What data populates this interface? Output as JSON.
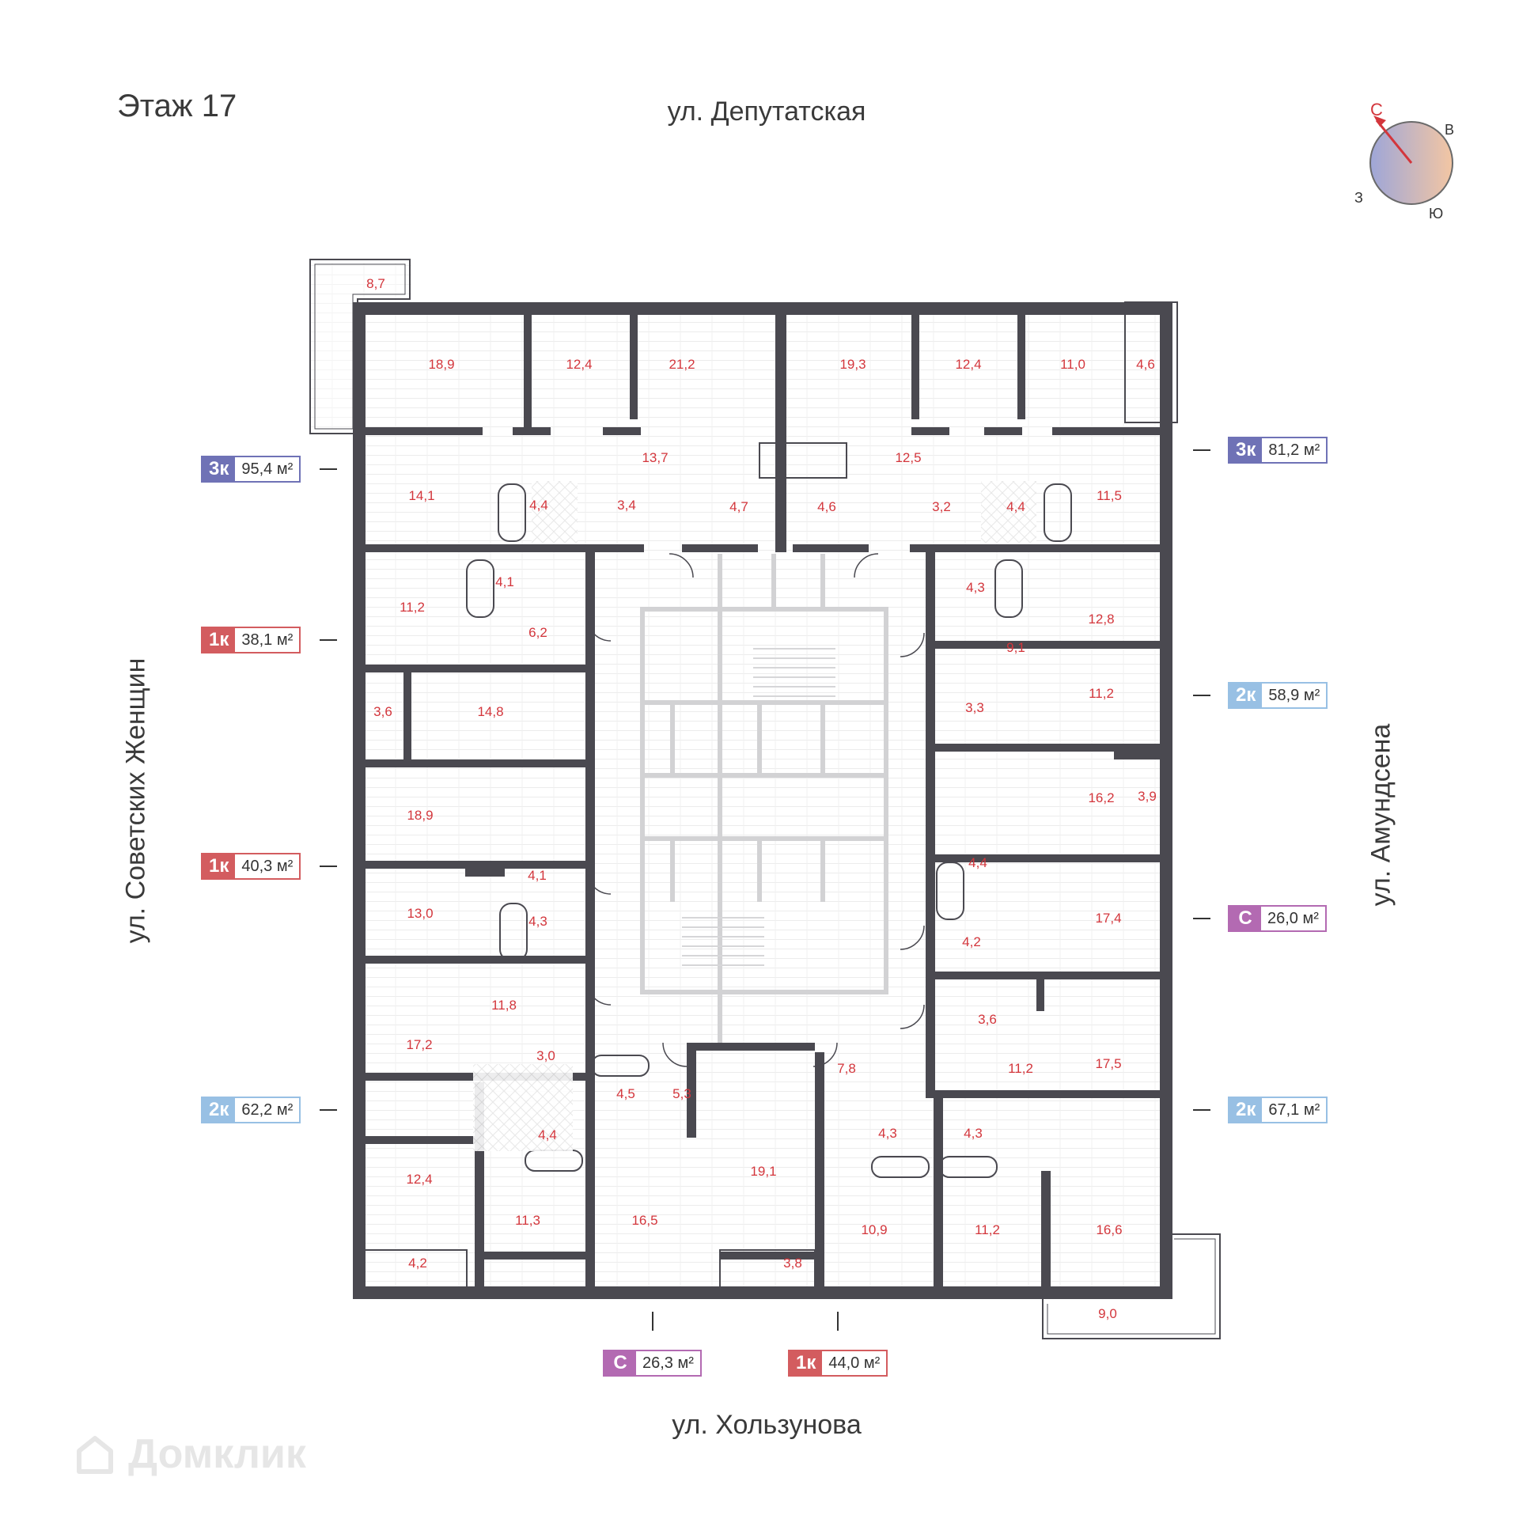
{
  "floor_title": "Этаж 17",
  "streets": {
    "top": "ул. Депутатская",
    "bottom": "ул. Хользунова",
    "left": "ул. Советских Женщин",
    "right": "ул. Амундсена"
  },
  "compass": {
    "north": "С",
    "east": "В",
    "west": "З",
    "south": "Ю"
  },
  "apartments": [
    {
      "type": "3к",
      "area": "95,4 м²",
      "color": "#6f72b6"
    },
    {
      "type": "3к",
      "area": "81,2 м²",
      "color": "#6f72b6"
    },
    {
      "type": "1к",
      "area": "38,1 м²",
      "color": "#d35c5f"
    },
    {
      "type": "2к",
      "area": "58,9 м²",
      "color": "#98c0e4"
    },
    {
      "type": "1к",
      "area": "40,3 м²",
      "color": "#d35c5f"
    },
    {
      "type": "С",
      "area": "26,0 м²",
      "color": "#b36ab2"
    },
    {
      "type": "2к",
      "area": "62,2 м²",
      "color": "#98c0e4"
    },
    {
      "type": "2к",
      "area": "67,1 м²",
      "color": "#98c0e4"
    },
    {
      "type": "С",
      "area": "26,3 м²",
      "color": "#b36ab2"
    },
    {
      "type": "1к",
      "area": "44,0 м²",
      "color": "#d35c5f"
    }
  ],
  "room_areas": [
    "8,7",
    "18,9",
    "12,4",
    "21,2",
    "19,3",
    "12,4",
    "11,0",
    "4,6",
    "14,1",
    "4,4",
    "3,4",
    "13,7",
    "4,7",
    "4,6",
    "12,5",
    "3,2",
    "4,4",
    "11,5",
    "11,2",
    "4,1",
    "6,2",
    "4,3",
    "12,8",
    "9,1",
    "3,6",
    "14,8",
    "3,3",
    "11,2",
    "18,9",
    "16,2",
    "3,9",
    "4,1",
    "4,4",
    "17,4",
    "13,0",
    "4,3",
    "4,2",
    "11,8",
    "3,6",
    "17,5",
    "17,2",
    "3,0",
    "4,5",
    "5,3",
    "7,8",
    "11,2",
    "4,4",
    "4,3",
    "4,3",
    "12,4",
    "19,1",
    "11,3",
    "16,5",
    "10,9",
    "11,2",
    "16,6",
    "4,2",
    "3,8",
    "9,0"
  ],
  "watermark": "Домклик",
  "colors": {
    "wall": "#4a4950",
    "area_text": "#d3363c",
    "core": "#d4d4d6",
    "floor_hatch": "#ececec"
  }
}
